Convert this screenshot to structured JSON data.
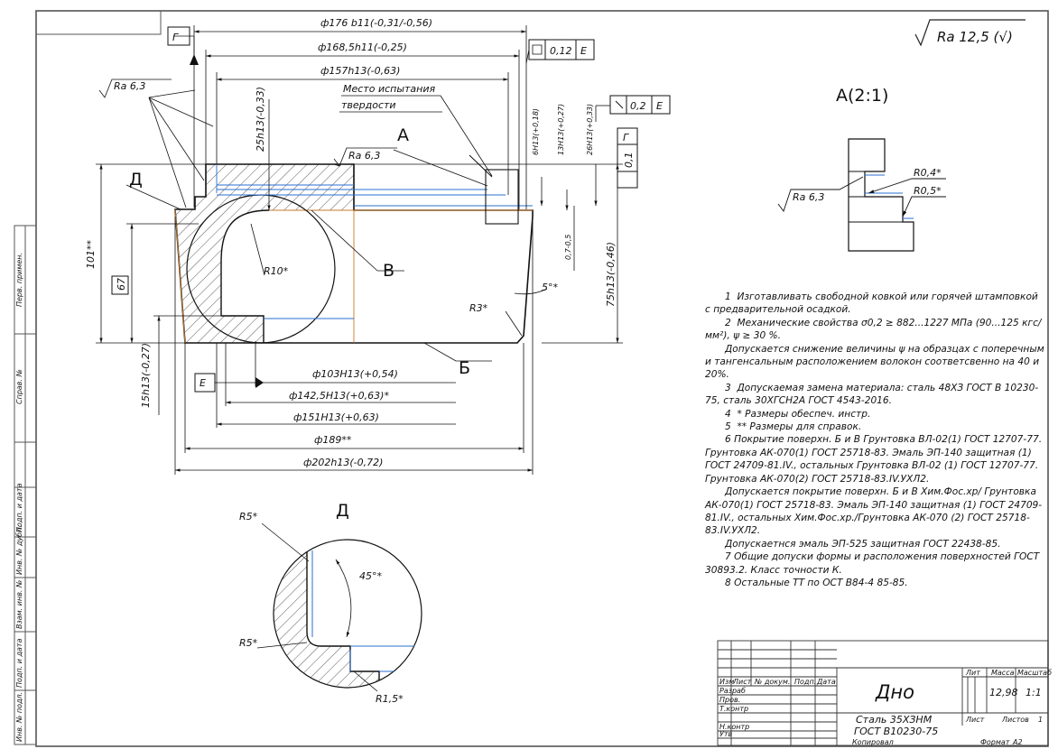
{
  "drawing": {
    "roughness": "Ra 12,5 (√)",
    "roughness_marks": {
      "general": "Ra 6,3",
      "top": "Ra 6,3",
      "detail": "Ra 6,3"
    },
    "datums": {
      "g": "Г",
      "e": "Е"
    },
    "tolerance_frames": {
      "f1_value": "0,12",
      "f1_datum": "Е",
      "f2_value": "0,2",
      "f2_datum": "Е",
      "f3_value": "0,1",
      "f3_datum": "Г"
    },
    "dims": {
      "d176": "ф176 b11(-0,31/-0,56)",
      "d168": "ф168,5h11(-0,25)",
      "d157": "ф157h13(-0,63)",
      "d103": "ф103H13(+0,54)",
      "d142": "ф142,5H13(+0,63)*",
      "d151": "ф151H13(+0,63)",
      "d189": "ф189**",
      "d202": "ф202h13(-0,72)",
      "h25": "25h13(-0,33)",
      "h6": "6H13(+0,18)",
      "h13": "13H13(+0,27)",
      "h26": "26H13(+0,33)",
      "h75": "75h13(-0,46)",
      "h15": "15h13(-0,27)",
      "h101": "101**",
      "h67": "67",
      "h07": "0,7-0,5",
      "r10": "R10*",
      "r3": "R3*",
      "a5": "5°*",
      "r04": "R0,4*",
      "r05": "R0,5*",
      "r5a": "R5*",
      "r5b": "R5*",
      "a45": "45°*",
      "r15": "R1,5*"
    },
    "hardness_label_1": "Место испытания",
    "hardness_label_2": "твердости",
    "letters": {
      "a": "А",
      "v": "В",
      "b": "Б",
      "d1": "Д",
      "d2": "Д"
    },
    "view_a_title": "А(2:1)"
  },
  "notes": [
    "1  Изготавливать свободной ковкой или горячей штамповкой с предварительной осадкой.",
    "2  Механические свойства σ0,2 ≥ 882...1227 МПа (90...125 кгс/мм²), ψ ≥ 30 %.",
    "Допускается снижение величины ψ на образцах с поперечным и тангенсальным расположением волокон соответсвенно на 40 и 20%.",
    "3  Допускаемая замена материала: сталь 48ХЗ ГОСТ В 10230-75, сталь 30ХГСН2А ГОСТ 4543-2016.",
    "4  * Размеры обеспеч. инстр.",
    "5  ** Размеры для справок.",
    "6 Покрытие поверхн. Б и В Грунтовка ВЛ-02(1) ГОСТ 12707-77. Грунтовка АК-070(1) ГОСТ 25718-83. Эмаль ЭП-140 защитная (1) ГОСТ 24709-81.IV., остальных Грунтовка ВЛ-02 (1) ГОСТ 12707-77. Грунтовка АК-070(2) ГОСТ 25718-83.IV.УХЛ2.",
    "Допускается покрытие поверхн. Б и В Хим.Фос.хр/ Грунтовка АК-070(1) ГОСТ 25718-83. Эмаль ЭП-140 защитная (1) ГОСТ 24709-81.IV., остальных Хим.Фос.хр./Грунтовка АК-070 (2) ГОСТ 25718-83.IV.УХЛ2.",
    "Допускаетнся эмаль ЭП-525 защитная ГОСТ 22438-85.",
    "7 Общие допуски формы и расположения поверхностей ГОСТ 30893.2. Класс точности К.",
    "8 Остальные ТТ по ОСТ В84-4 85-85."
  ],
  "title_block": {
    "part_name": "Дно",
    "material_1": "Сталь 35ХЗНМ",
    "material_2": "ГОСТ В10230-75",
    "cols": {
      "izm": "Изм",
      "list": "Лист",
      "doc": "№ докум.",
      "sign": "Подп.",
      "date": "Дата"
    },
    "rows": {
      "razrab": "Разраб",
      "prov": "Пров.",
      "tkontr": "Т.контр",
      "nkontr": "Н.контр",
      "utv": "Утв"
    },
    "lit": "Лит",
    "massa": "Масса",
    "masshtab": "Масштаб",
    "mass_value": "12,98",
    "scale_value": "1:1",
    "sheet": "Лист",
    "sheets": "Листов",
    "sheets_value": "1",
    "copied": "Копировал",
    "format": "Формат",
    "format_value": "А2"
  },
  "side_stamps": {
    "perv": "Перв. примен.",
    "sprav": "Справ. №",
    "podp_data_1": "Подп. и дата",
    "inv_dubl": "Инв. № дубл.",
    "vzam_inv": "Взам. инв. №",
    "podp_data_2": "Подп. и дата",
    "inv_podl": "Инв. № подл."
  }
}
